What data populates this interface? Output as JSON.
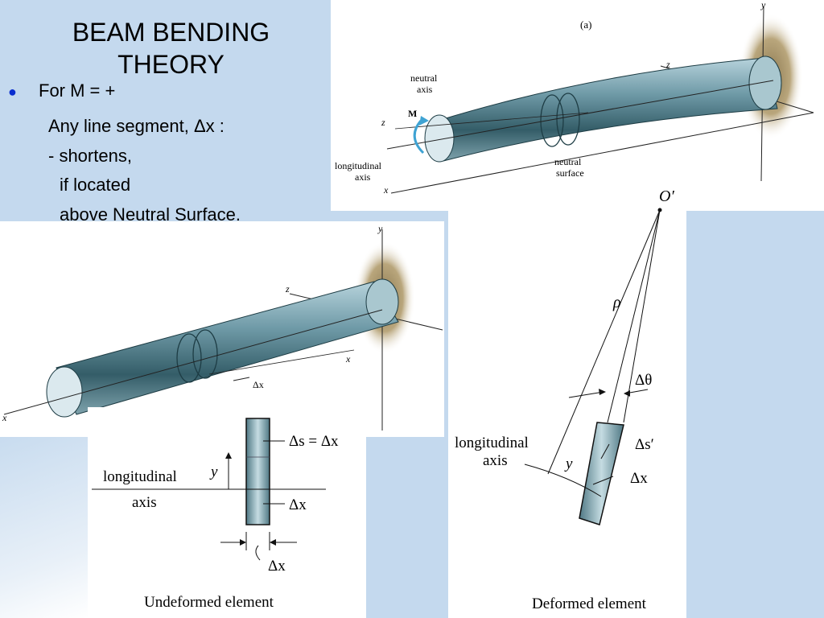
{
  "slide": {
    "title": "BEAM BENDING THEORY",
    "bullets": [
      {
        "text": "For M = +",
        "bulleted": true
      },
      {
        "text": "Any line segment, Δx :",
        "bulleted": false
      },
      {
        "text": "- shortens,",
        "bulleted": false
      },
      {
        "text": "if located",
        "bulleted": false
      },
      {
        "text": "above Neutral Surface.",
        "bulleted": false
      }
    ]
  },
  "fig_a": {
    "label": "(a)",
    "y": "y",
    "z_top": "z",
    "z_left": "z",
    "x": "x",
    "neutral_axis": [
      "neutral",
      "axis"
    ],
    "moment": "M",
    "longitudinal_axis": [
      "longitudinal",
      "axis"
    ],
    "neutral_surface": [
      "neutral",
      "surface"
    ]
  },
  "fig_b": {
    "y": "y",
    "z": "z",
    "x_right": "x",
    "x_left": "x",
    "dx": "Δx"
  },
  "undeformed": {
    "ds_eq": "Δs = Δx",
    "y": "y",
    "dx_mid": "Δx",
    "dx_bottom": "Δx",
    "longitudinal": "longitudinal",
    "axis": "axis",
    "caption": "Undeformed element",
    "y_axis_label": "y"
  },
  "deformed": {
    "center": "O′",
    "rho": "ρ",
    "dtheta": "Δθ",
    "ds_prime": "Δs′",
    "dx": "Δx",
    "y": "y",
    "longitudinal": "longitudinal",
    "axis": "axis",
    "caption": "Deformed element"
  }
}
